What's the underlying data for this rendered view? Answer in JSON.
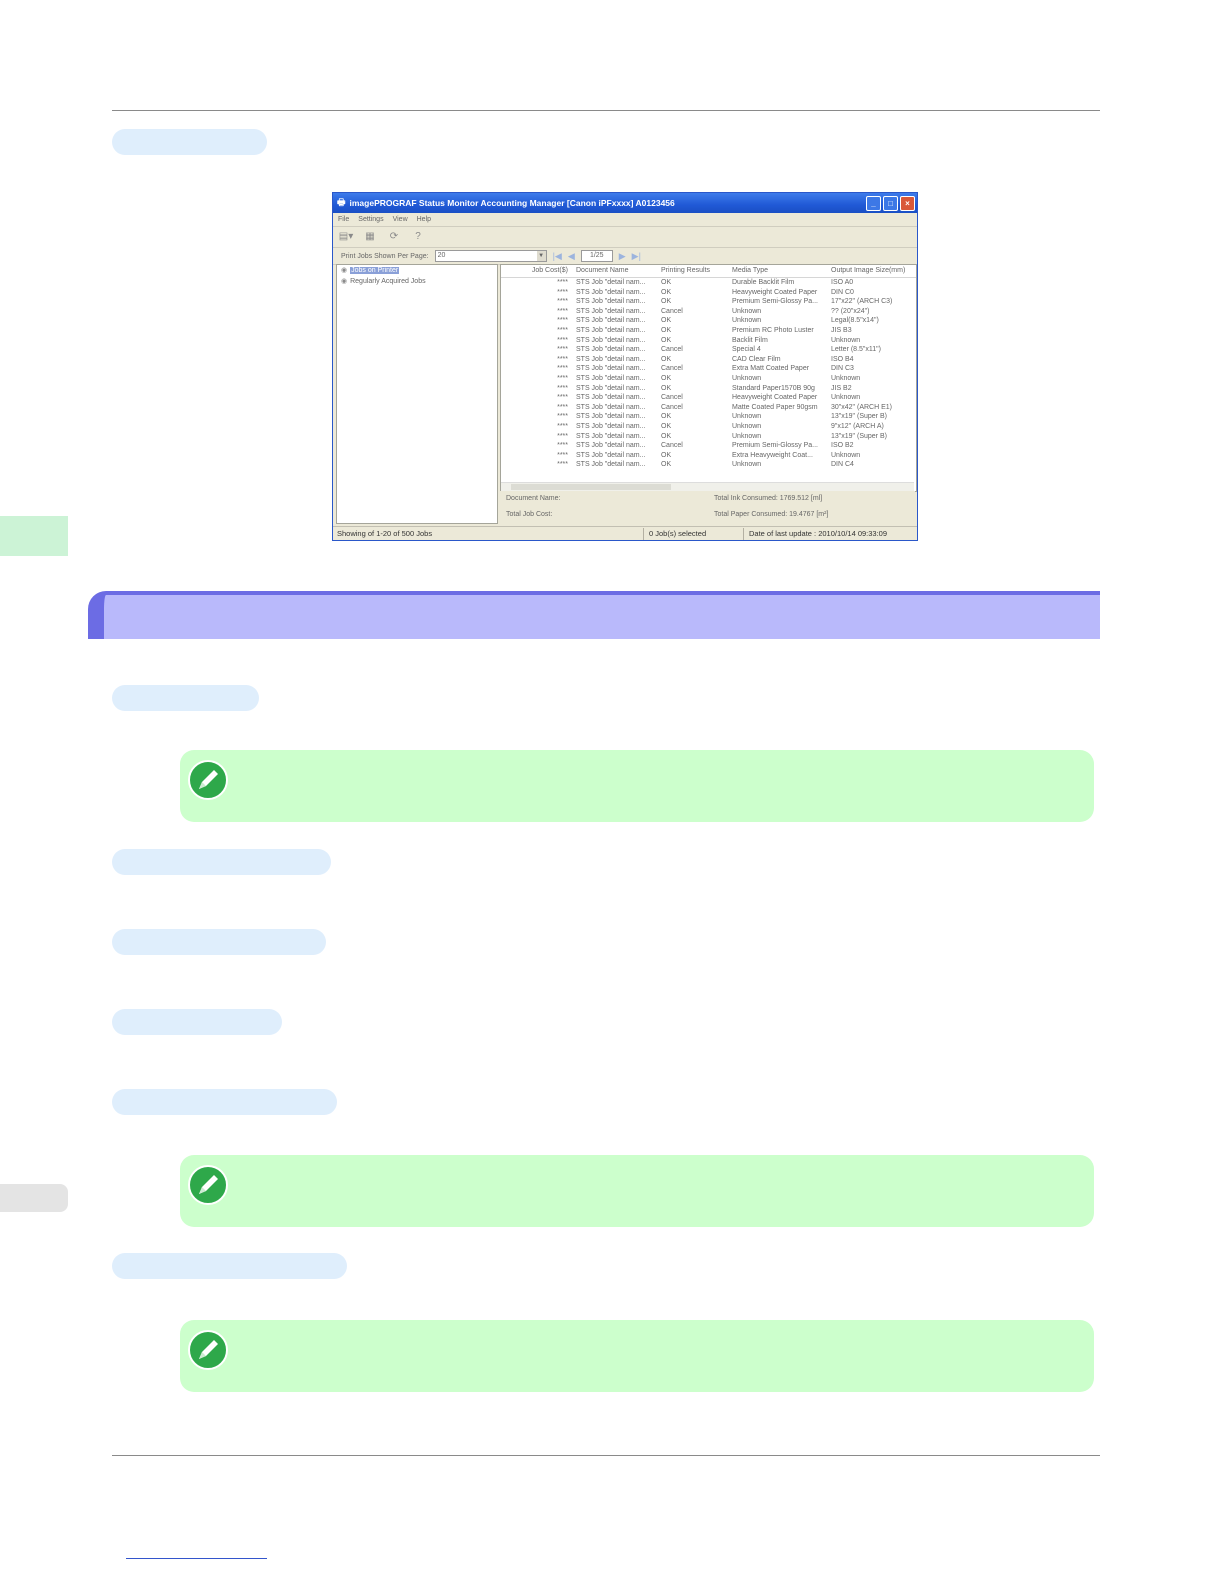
{
  "window": {
    "title": "imagePROGRAF Status Monitor Accounting Manager [Canon iPFxxxx] A0123456",
    "menu": [
      "File",
      "Settings",
      "View",
      "Help"
    ],
    "pagebar": {
      "label": "Print Jobs Shown Per Page:",
      "value": "20",
      "page": "1/25"
    },
    "tree": [
      "Jobs on Printer",
      "Regularly Acquired Jobs"
    ],
    "columns": [
      "Job Cost($)",
      "Document Name",
      "Printing Results",
      "Media Type",
      "Output Image Size(mm)"
    ],
    "rows": [
      [
        "****",
        "STS Job \"detail nam...",
        "OK",
        "Durable Backlit Film",
        "ISO A0"
      ],
      [
        "****",
        "STS Job \"detail nam...",
        "OK",
        "Heavyweight Coated Paper",
        "DIN C0"
      ],
      [
        "****",
        "STS Job \"detail nam...",
        "OK",
        "Premium Semi-Glossy Pa...",
        "17\"x22\" (ARCH C3)"
      ],
      [
        "****",
        "STS Job \"detail nam...",
        "Cancel",
        "Unknown",
        "?? (20\"x24\")"
      ],
      [
        "****",
        "STS Job \"detail nam...",
        "OK",
        "Unknown",
        "Legal(8.5\"x14\")"
      ],
      [
        "****",
        "STS Job \"detail nam...",
        "OK",
        "Premium RC Photo Luster",
        "JIS B3"
      ],
      [
        "****",
        "STS Job \"detail nam...",
        "OK",
        "Backlit Film",
        "Unknown"
      ],
      [
        "****",
        "STS Job \"detail nam...",
        "Cancel",
        "Special 4",
        "Letter (8.5\"x11\")"
      ],
      [
        "****",
        "STS Job \"detail nam...",
        "OK",
        "CAD Clear Film",
        "ISO B4"
      ],
      [
        "****",
        "STS Job \"detail nam...",
        "Cancel",
        "Extra Matt Coated Paper",
        "DIN C3"
      ],
      [
        "****",
        "STS Job \"detail nam...",
        "OK",
        "Unknown",
        "Unknown"
      ],
      [
        "****",
        "STS Job \"detail nam...",
        "OK",
        "Standard Paper1570B 90g",
        "JIS B2"
      ],
      [
        "****",
        "STS Job \"detail nam...",
        "Cancel",
        "Heavyweight Coated Paper",
        "Unknown"
      ],
      [
        "****",
        "STS Job \"detail nam...",
        "Cancel",
        "Matte Coated Paper 90gsm",
        "30\"x42\" (ARCH E1)"
      ],
      [
        "****",
        "STS Job \"detail nam...",
        "OK",
        "Unknown",
        "13\"x19\" (Super B)"
      ],
      [
        "****",
        "STS Job \"detail nam...",
        "OK",
        "Unknown",
        "9\"x12\" (ARCH A)"
      ],
      [
        "****",
        "STS Job \"detail nam...",
        "OK",
        "Unknown",
        "13\"x19\" (Super B)"
      ],
      [
        "****",
        "STS Job \"detail nam...",
        "Cancel",
        "Premium Semi-Glossy Pa...",
        "ISO B2"
      ],
      [
        "****",
        "STS Job \"detail nam...",
        "OK",
        "Extra Heavyweight Coat...",
        "Unknown"
      ],
      [
        "****",
        "STS Job \"detail nam...",
        "OK",
        "Unknown",
        "DIN C4"
      ]
    ],
    "summary": {
      "document_name": "Document Name:",
      "total_ink": "Total Ink Consumed: 1769.512 [ml]",
      "total_job_cost": "Total Job Cost:",
      "total_paper": "Total Paper Consumed: 19.4767 [m²]"
    },
    "status": {
      "showing": "Showing of 1-20 of 500 Jobs",
      "selected": "0 Job(s) selected",
      "last_update": "Date of last update : 2010/10/14 09:33:09"
    }
  },
  "colors": {
    "pill": "#dfeefc",
    "banner": "#b9b9fb",
    "banner_accent": "#6c6ce4",
    "note": "#ccffcc",
    "sidetab": "#ccf3d6"
  },
  "icons": [
    "pencil-note-icon",
    "file-icon",
    "properties-icon",
    "refresh-icon",
    "help-icon",
    "first-page-icon",
    "prev-page-icon",
    "next-page-icon",
    "last-page-icon",
    "printer-icon"
  ]
}
